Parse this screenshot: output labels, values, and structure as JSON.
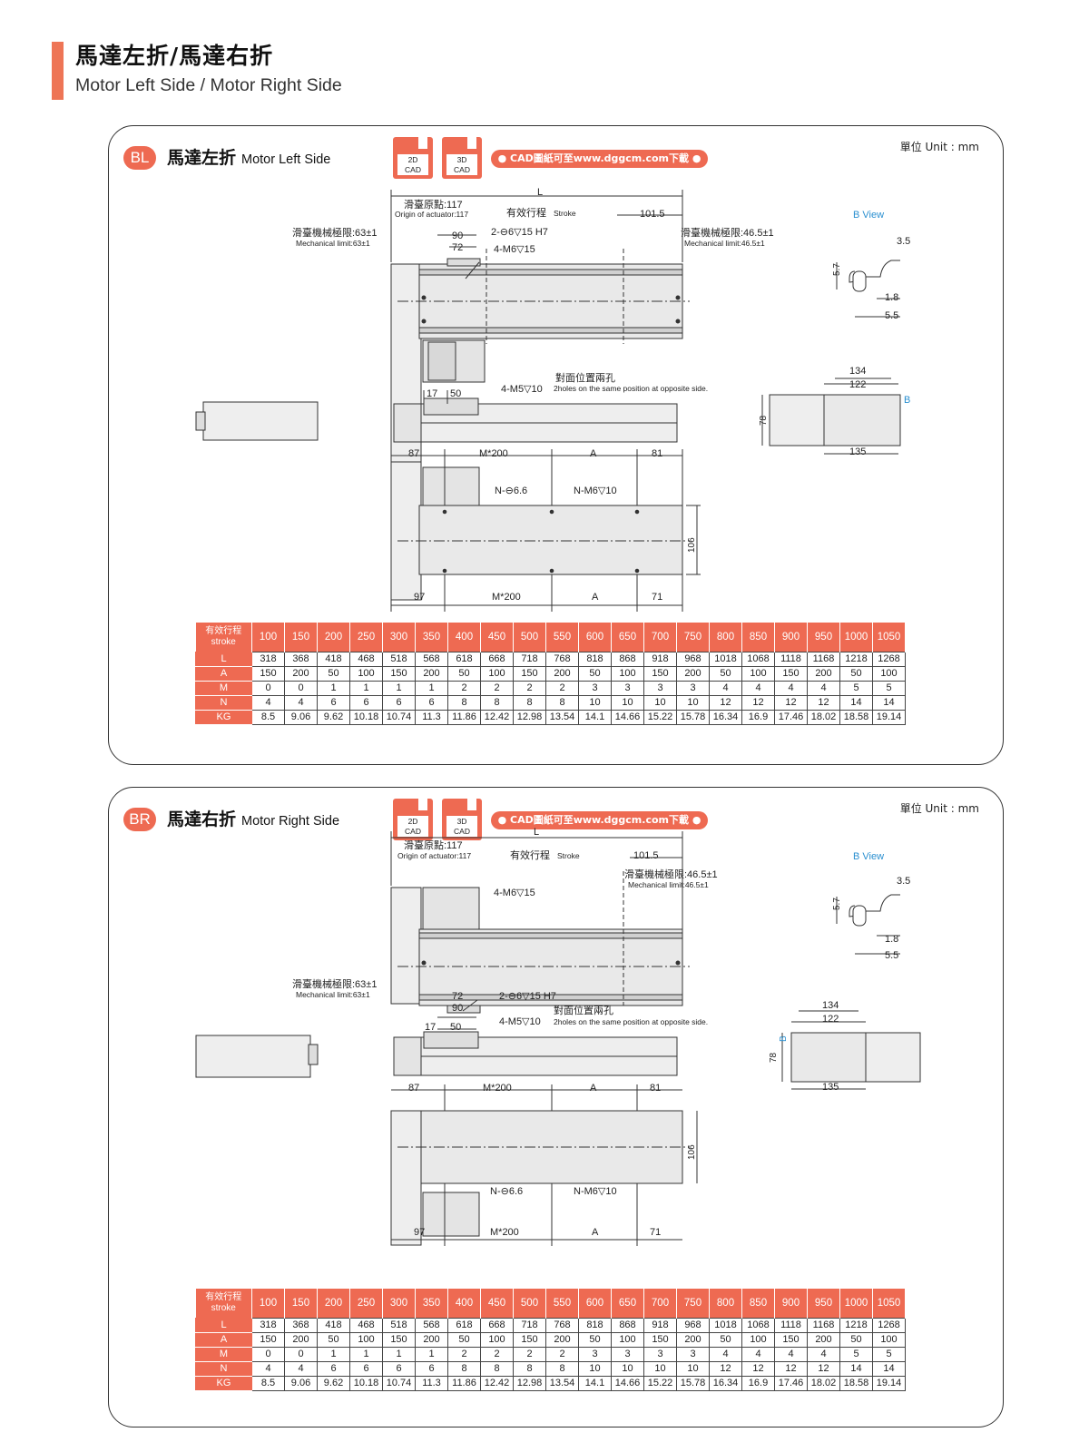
{
  "page": {
    "title": "馬達左折/馬達右折",
    "subtitle": "Motor Left Side / Motor Right Side"
  },
  "panels": {
    "bl": {
      "badge": "BL",
      "title": "馬達左折",
      "title_en": "Motor Left Side",
      "unit": "單位 Unit : mm"
    },
    "br": {
      "badge": "BR",
      "title": "馬達右折",
      "title_en": "Motor Right Side",
      "unit": "單位 Unit : mm"
    }
  },
  "cad": {
    "icon_2d": [
      "2D",
      "CAD"
    ],
    "icon_3d": [
      "3D",
      "CAD"
    ],
    "link": "● CAD圖紙可至www.dggcm.com下載 ●"
  },
  "drawing_labels": {
    "L": "L",
    "origin_cn": "滑臺原點:117",
    "origin_en": "Origin of actuator:117",
    "stroke_cn": "有效行程",
    "stroke_en": "Stroke",
    "d_101_5": "101.5",
    "mech_left_cn": "滑臺機械極限:63±1",
    "mech_left_en": "Mechanical limit:63±1",
    "mech_right_cn": "滑臺機械極限:46.5±1",
    "mech_right_en": "Mechanical limit:46.5±1",
    "d_90": "90",
    "d_72": "72",
    "pin_hole": "2-⊖6▽15 H7",
    "m6_holes": "4-M6▽15",
    "b_view": "B View",
    "d_3_5": "3.5",
    "d_5_7": "5.7",
    "d_1_8": "1.8",
    "d_5_5": "5.5",
    "d_17": "17",
    "d_50": "50",
    "m5_holes": "4-M5▽10",
    "opposite_cn": "對面位置兩孔",
    "opposite_en": "2holes on the same position at opposite side.",
    "d_134": "134",
    "d_122": "122",
    "b_mark": "B",
    "d_78": "78",
    "d_135": "135",
    "d_87": "87",
    "m200": "M*200",
    "A": "A",
    "d_81": "81",
    "n_hole": "N-⊖6.6",
    "n_m6": "N-M6▽10",
    "d_106": "106",
    "d_97": "97",
    "d_71": "71"
  },
  "spec_table": {
    "corner": [
      "有效行程",
      "stroke"
    ],
    "strokes": [
      "100",
      "150",
      "200",
      "250",
      "300",
      "350",
      "400",
      "450",
      "500",
      "550",
      "600",
      "650",
      "700",
      "750",
      "800",
      "850",
      "900",
      "950",
      "1000",
      "1050"
    ],
    "rows": [
      {
        "label": "L",
        "values": [
          "318",
          "368",
          "418",
          "468",
          "518",
          "568",
          "618",
          "668",
          "718",
          "768",
          "818",
          "868",
          "918",
          "968",
          "1018",
          "1068",
          "1118",
          "1168",
          "1218",
          "1268"
        ]
      },
      {
        "label": "A",
        "values": [
          "150",
          "200",
          "50",
          "100",
          "150",
          "200",
          "50",
          "100",
          "150",
          "200",
          "50",
          "100",
          "150",
          "200",
          "50",
          "100",
          "150",
          "200",
          "50",
          "100"
        ]
      },
      {
        "label": "M",
        "values": [
          "0",
          "0",
          "1",
          "1",
          "1",
          "1",
          "2",
          "2",
          "2",
          "2",
          "3",
          "3",
          "3",
          "3",
          "4",
          "4",
          "4",
          "4",
          "5",
          "5"
        ]
      },
      {
        "label": "N",
        "values": [
          "4",
          "4",
          "6",
          "6",
          "6",
          "6",
          "8",
          "8",
          "8",
          "8",
          "10",
          "10",
          "10",
          "10",
          "12",
          "12",
          "12",
          "12",
          "14",
          "14"
        ]
      },
      {
        "label": "KG",
        "values": [
          "8.5",
          "9.06",
          "9.62",
          "10.18",
          "10.74",
          "11.3",
          "11.86",
          "12.42",
          "12.98",
          "13.54",
          "14.1",
          "14.66",
          "15.22",
          "15.78",
          "16.34",
          "16.9",
          "17.46",
          "18.02",
          "18.58",
          "19.14"
        ]
      }
    ]
  }
}
